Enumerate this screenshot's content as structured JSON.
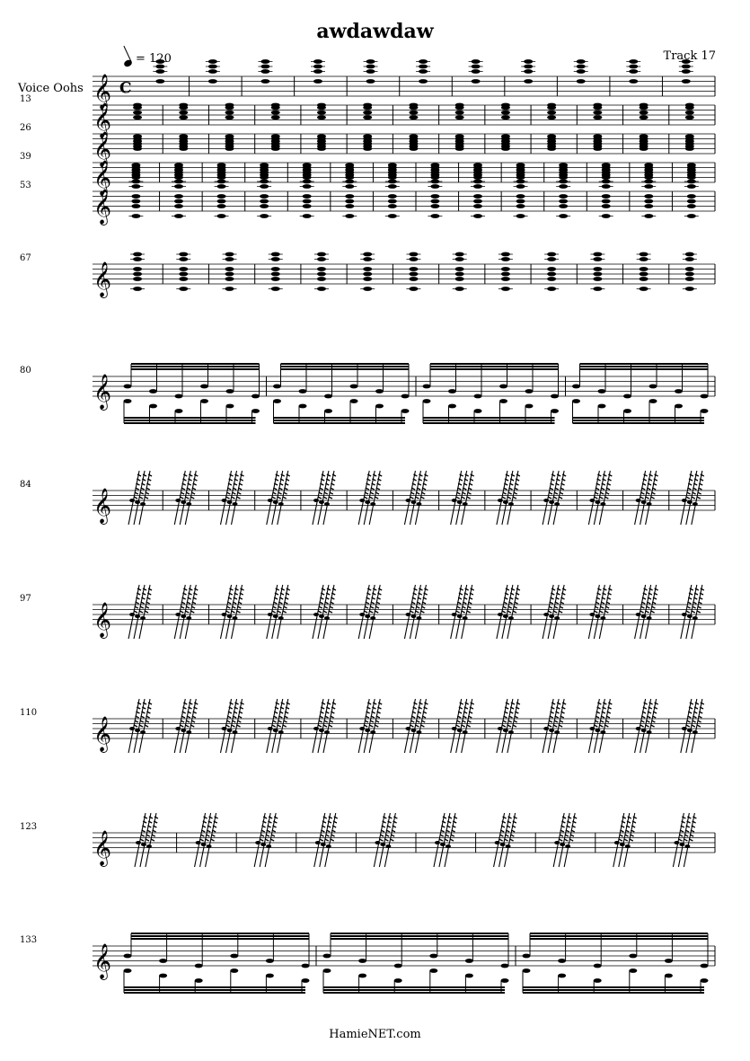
{
  "score": {
    "title": "awdawdaw",
    "composer": "Track 17",
    "tempo_text": "= 120",
    "instrument": "Voice Oohs",
    "time_signature": "C",
    "footer": "HamieNET.com"
  },
  "systems": [
    {
      "measure_number": "",
      "measures": 11,
      "style": "chords-high"
    },
    {
      "measure_number": "13",
      "measures": 13,
      "style": "chords-mid"
    },
    {
      "measure_number": "26",
      "measures": 13,
      "style": "chords-block"
    },
    {
      "measure_number": "39",
      "measures": 14,
      "style": "chords-block"
    },
    {
      "measure_number": "53",
      "measures": 14,
      "style": "chords-wide"
    },
    {
      "measure_number": "67",
      "measures": 13,
      "style": "chords-wide"
    },
    {
      "measure_number": "80",
      "measures": 4,
      "style": "dense"
    },
    {
      "measure_number": "84",
      "measures": 13,
      "style": "slashes"
    },
    {
      "measure_number": "97",
      "measures": 13,
      "style": "slashes"
    },
    {
      "measure_number": "110",
      "measures": 13,
      "style": "slashes"
    },
    {
      "measure_number": "123",
      "measures": 10,
      "style": "slashes-dense"
    },
    {
      "measure_number": "133",
      "measures": 3,
      "style": "dense"
    }
  ]
}
